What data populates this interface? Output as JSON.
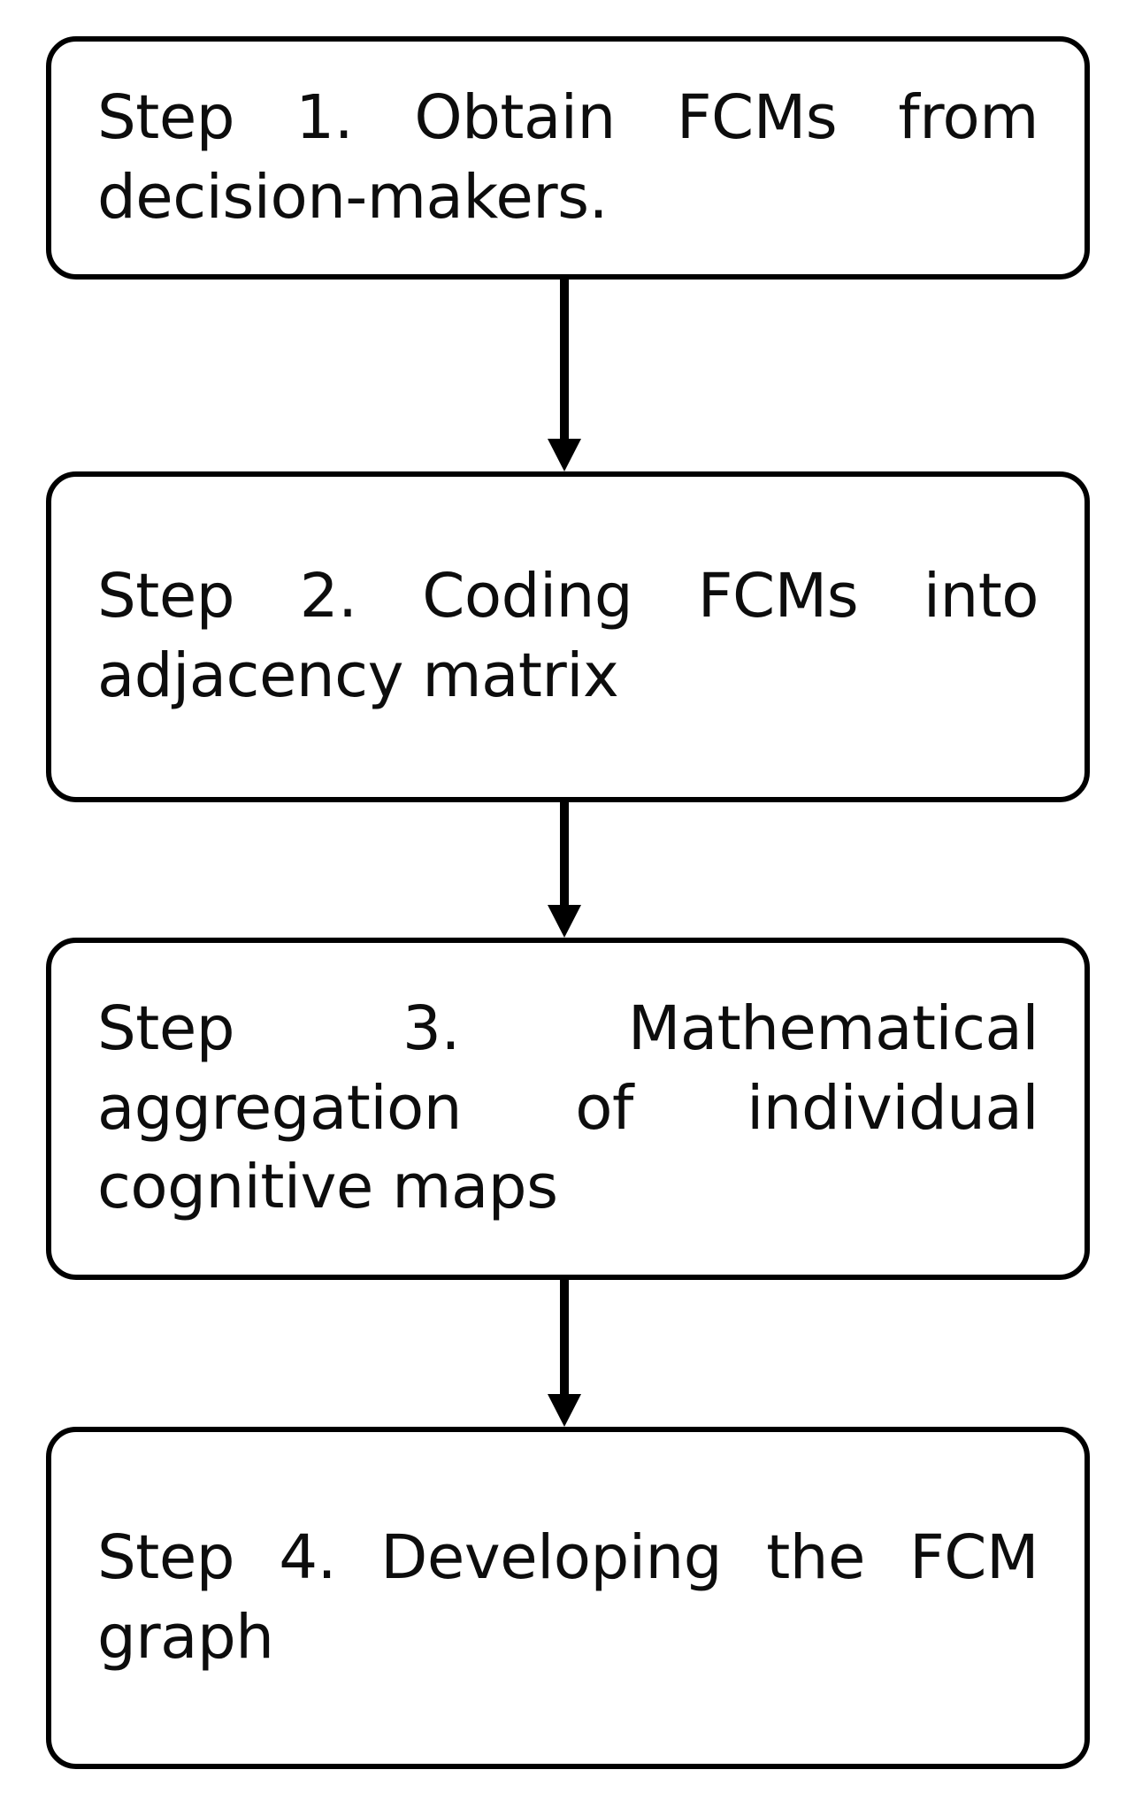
{
  "diagram": {
    "type": "flowchart",
    "orientation": "vertical",
    "title": "",
    "background_color": "#ffffff",
    "box_border_color": "#000000",
    "text_color": "#0d0d0d",
    "arrow_color": "#000000",
    "steps": [
      {
        "id": "step-1",
        "number": "1",
        "text": "Step 1. Obtain FCMs from decision-makers."
      },
      {
        "id": "step-2",
        "number": "2",
        "text": "Step 2. Coding FCMs into adjacency matrix"
      },
      {
        "id": "step-3",
        "number": "3",
        "text": "Step 3. Mathematical aggregation of individual cognitive maps"
      },
      {
        "id": "step-4",
        "number": "4",
        "text": "Step 4. Developing the FCM graph"
      }
    ],
    "connectors": [
      {
        "id": "connector-1",
        "from": "step-1",
        "to": "step-2",
        "icon": "down-arrow-icon"
      },
      {
        "id": "connector-2",
        "from": "step-2",
        "to": "step-3",
        "icon": "down-arrow-icon"
      },
      {
        "id": "connector-3",
        "from": "step-3",
        "to": "step-4",
        "icon": "down-arrow-icon"
      }
    ]
  }
}
